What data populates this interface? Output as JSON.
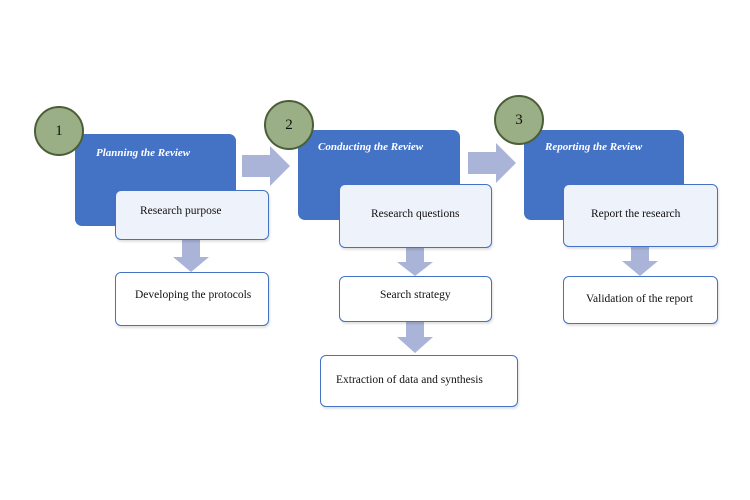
{
  "colors": {
    "phase": "#4472c4",
    "badge": "#9baf87",
    "badge_border": "#4a5e37",
    "arrow": "#aab4d8",
    "box_border": "#4472c4"
  },
  "phases": [
    {
      "number": "1",
      "title": "Planning the Review",
      "steps": [
        "Research purpose",
        "Developing the protocols"
      ]
    },
    {
      "number": "2",
      "title": "Conducting the Review",
      "steps": [
        "Research questions",
        "Search strategy",
        "Extraction of data and synthesis"
      ]
    },
    {
      "number": "3",
      "title": "Reporting the Review",
      "steps": [
        "Report the research",
        "Validation of the report"
      ]
    }
  ]
}
